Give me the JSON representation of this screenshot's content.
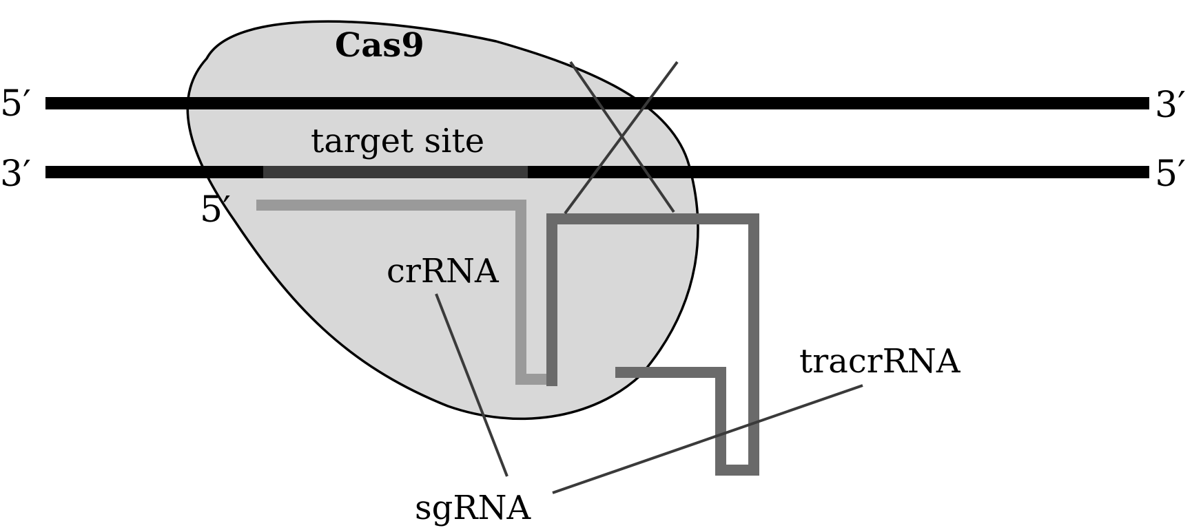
{
  "labels": {
    "cas9": "Cas9",
    "target_site": "target site",
    "crRNA": "crRNA",
    "tracrRNA": "tracrRNA",
    "sgRNA": "sgRNA"
  },
  "ends": {
    "top_left": "5′",
    "top_right": "3′",
    "bottom_left": "3′",
    "bottom_right": "5′",
    "rna_start": "5′"
  },
  "colors": {
    "dna_strand": "#000000",
    "target_site": "#3a3a3a",
    "cas9_fill": "#d8d8d8",
    "crRNA_strand": "#9a9a9a",
    "tracrRNA_strand": "#6a6a6a",
    "pointer_lines": "#3a3a3a"
  }
}
